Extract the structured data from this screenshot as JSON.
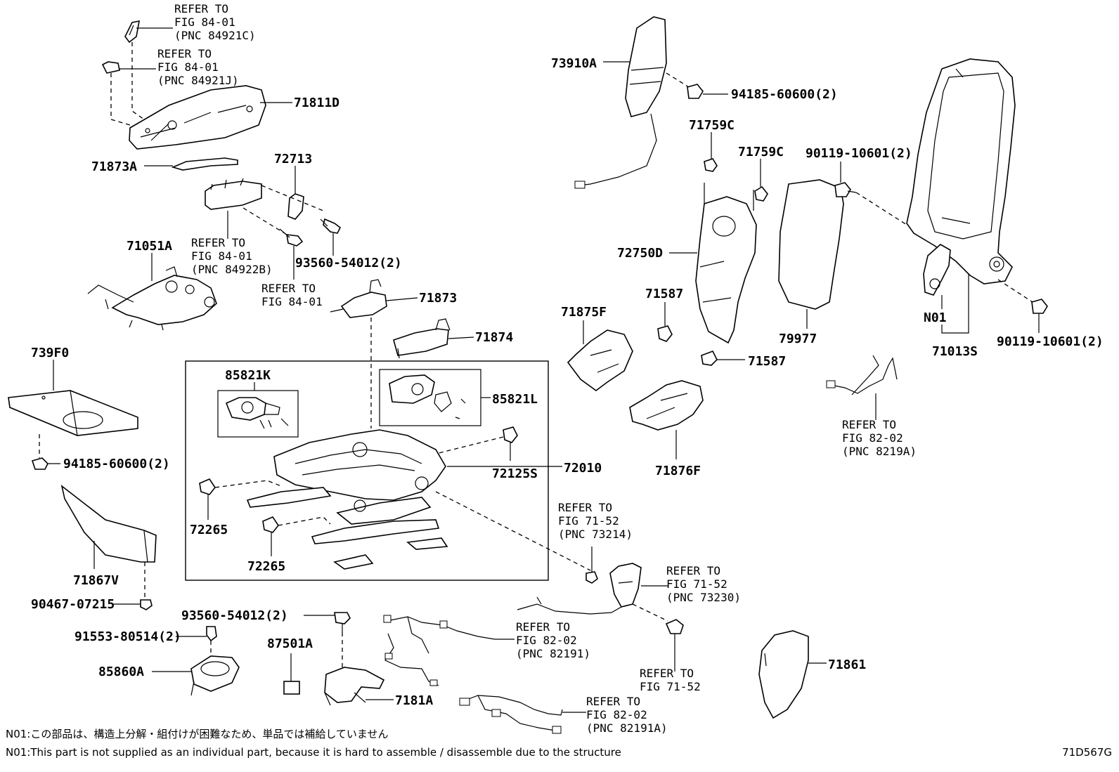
{
  "diagram": {
    "labels": {
      "p71811D": "71811D",
      "p71873A": "71873A",
      "p72713": "72713",
      "p71051A": "71051A",
      "p93560_54012_top": "93560-54012(2)",
      "p71873": "71873",
      "p71874": "71874",
      "p739F0": "739F0",
      "p94185_left": "94185-60600(2)",
      "p85821K": "85821K",
      "p85821L": "85821L",
      "p72125S": "72125S",
      "p72010": "72010",
      "p72265_a": "72265",
      "p72265_b": "72265",
      "p71867V": "71867V",
      "p90467": "90467-07215",
      "p93560_54012_bottom": "93560-54012(2)",
      "p91553": "91553-80514(2)",
      "p85860A": "85860A",
      "p87501A": "87501A",
      "p7181A": "7181A",
      "p73910A": "73910A",
      "p94185_right": "94185-60600(2)",
      "p71759C_a": "71759C",
      "p71759C_b": "71759C",
      "p72750D": "72750D",
      "p71587_a": "71587",
      "p71587_b": "71587",
      "p71875F": "71875F",
      "p71876F": "71876F",
      "p79977": "79977",
      "p90119_a": "90119-10601(2)",
      "p90119_b": "90119-10601(2)",
      "pN01": "N01",
      "p71013S": "71013S",
      "p71861": "71861"
    },
    "references": {
      "r1": [
        "REFER TO",
        "FIG 84-01",
        "(PNC 84921C)"
      ],
      "r2": [
        "REFER TO",
        "FIG 84-01",
        "(PNC 84921J)"
      ],
      "r3": [
        "REFER TO",
        "FIG 84-01",
        "(PNC 84922B)"
      ],
      "r4": [
        "REFER TO",
        "FIG 84-01"
      ],
      "r5": [
        "REFER TO",
        "FIG 82-02",
        "(PNC 8219A)"
      ],
      "r6": [
        "REFER TO",
        "FIG 71-52",
        "(PNC 73214)"
      ],
      "r7": [
        "REFER TO",
        "FIG 71-52",
        "(PNC 73230)"
      ],
      "r8": [
        "REFER TO",
        "FIG 82-02",
        "(PNC 82191)"
      ],
      "r9": [
        "REFER TO",
        "FIG 71-52"
      ],
      "r10": [
        "REFER TO",
        "FIG 82-02",
        "(PNC 82191A)"
      ]
    }
  },
  "notes": {
    "ja": "N01:この部品は、構造上分解・組付けが困難なため、単品では補給していません",
    "en": "N01:This part is not supplied as an individual part, because it is hard to assemble / disassemble due to the structure"
  },
  "figure_code": "71D567G"
}
